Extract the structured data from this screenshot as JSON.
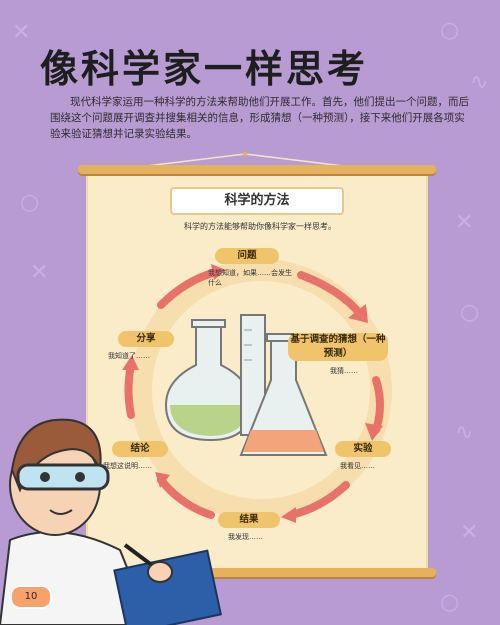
{
  "heading": "像科学家一样思考",
  "intro": "现代科学家运用一种科学的方法来帮助他们开展工作。首先，他们提出一个问题，而后围绕这个问题展开调查并搜集相关的信息，形成猜想（一种预测），接下来他们开展各项实验来验证猜想并记录实验结果。",
  "poster": {
    "title": "科学的方法",
    "subtitle": "科学的方法能够帮助你像科学家一样思考。",
    "steps": [
      {
        "label": "问题",
        "note": "我想知道，如果……会发生什么"
      },
      {
        "label": "基于调查的猜想（一种预测）",
        "note": "我猜……"
      },
      {
        "label": "实验",
        "note": "我看见……"
      },
      {
        "label": "结果",
        "note": "我发现……"
      },
      {
        "label": "结论",
        "note": "我想这说明……"
      },
      {
        "label": "分享",
        "note": "我知道了……"
      }
    ]
  },
  "page_number": "10"
}
